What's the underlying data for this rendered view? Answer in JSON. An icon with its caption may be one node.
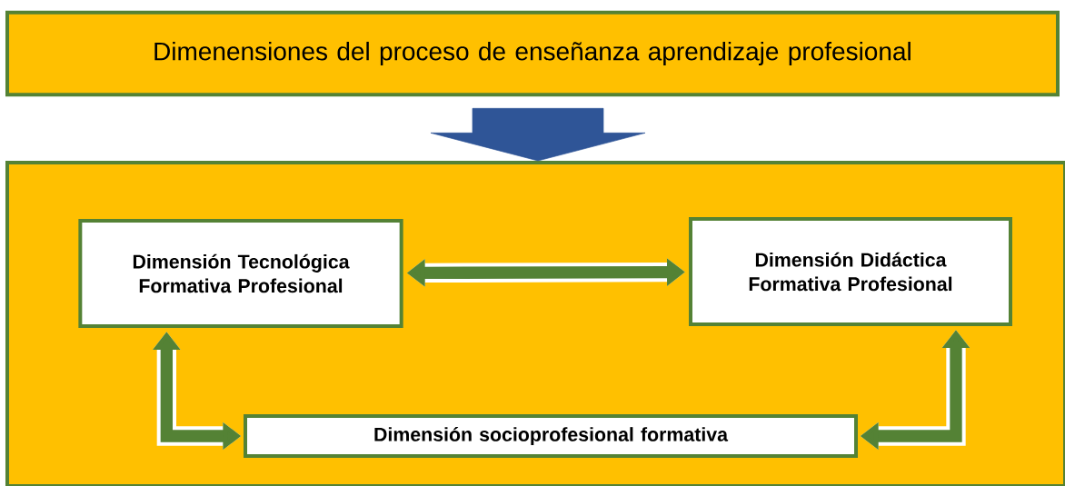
{
  "diagram": {
    "nodes": [
      {
        "text": [
          "Dimenensiones del proceso de enseñanza aprendizaje profesional"
        ]
      },
      {
        "text": [],
        "shape": "box"
      },
      {
        "text": [
          "Dimensión Tecnológica Formativa Profesional"
        ],
        "in": 1
      },
      {
        "text": [
          "Dimensión Didáctica Formativa Profesional"
        ],
        "in": 1
      },
      {
        "text": [
          "Dimensión socioprofesional formativa"
        ],
        "in": 1
      }
    ],
    "edges": [
      {
        "from": 0,
        "to": 1,
        "arrow": "to",
        "style": "thick",
        "color": "#2f5597"
      },
      {
        "from": 2,
        "to": 3,
        "arrow": "both"
      },
      {
        "from": 2,
        "to": 4,
        "arrow": "both"
      },
      {
        "from": 3,
        "to": 4,
        "arrow": "both"
      }
    ]
  }
}
